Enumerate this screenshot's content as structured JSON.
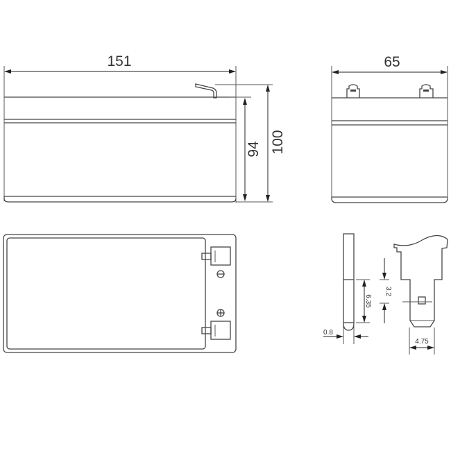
{
  "front_view": {
    "width_label": "151",
    "container_height_label": "94",
    "total_height_label": "100"
  },
  "side_view": {
    "depth_label": "65"
  },
  "top_view": {
    "negative_symbol": "⊖",
    "positive_symbol": "⊕"
  },
  "terminal_detail": {
    "thickness_label": "0.8",
    "blade_length_label": "6.35",
    "hole_offset_label": "3.2",
    "blade_width_label": "4.75"
  }
}
